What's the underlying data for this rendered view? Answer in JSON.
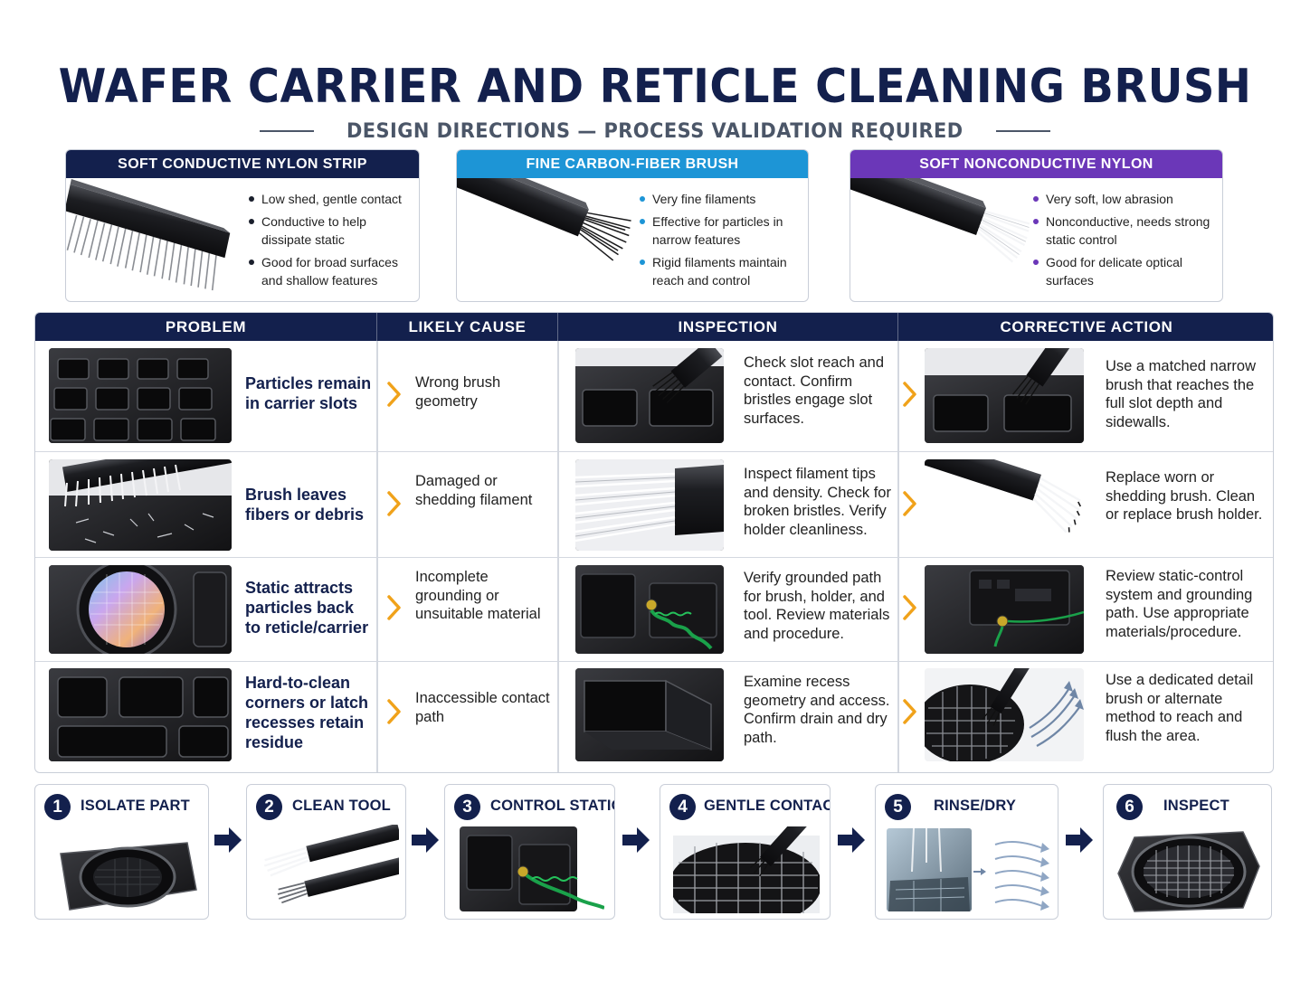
{
  "title": "WAFER CARRIER AND RETICLE CLEANING BRUSH",
  "subtitle": "DESIGN DIRECTIONS — PROCESS VALIDATION REQUIRED",
  "colors": {
    "navy": "#13204d",
    "blue": "#1d95d6",
    "purple": "#6b37b8",
    "orange": "#f0a21a"
  },
  "brushes": [
    {
      "title": "SOFT CONDUCTIVE NYLON STRIP",
      "color": "#13204d",
      "bullets": [
        "Low shed, gentle contact",
        "Conductive to help dissipate static",
        "Good for broad surfaces and shallow features"
      ]
    },
    {
      "title": "FINE CARBON-FIBER BRUSH",
      "color": "#1d95d6",
      "bullets": [
        "Very fine filaments",
        "Effective for particles in narrow features",
        "Rigid filaments maintain reach and control"
      ]
    },
    {
      "title": "SOFT NONCONDUCTIVE NYLON",
      "color": "#6b37b8",
      "bullets": [
        "Very soft, low abrasion",
        "Nonconductive, needs strong static control",
        "Good for delicate optical surfaces"
      ]
    }
  ],
  "table": {
    "headers": [
      "PROBLEM",
      "LIKELY CAUSE",
      "INSPECTION",
      "CORRECTIVE ACTION"
    ],
    "rows": [
      {
        "problem": "Particles remain in carrier slots",
        "cause": "Wrong brush geometry",
        "inspection": "Check slot reach and contact. Confirm bristles engage slot surfaces.",
        "action": "Use a matched narrow brush that reaches the full slot depth and sidewalls."
      },
      {
        "problem": "Brush leaves fibers or debris",
        "cause": "Damaged or shedding filament",
        "inspection": "Inspect filament tips and density. Check for broken bristles. Verify holder cleanliness.",
        "action": "Replace worn or shedding brush. Clean or replace brush holder."
      },
      {
        "problem": "Static attracts particles back to reticle/carrier",
        "cause": "Incomplete grounding or unsuitable material",
        "inspection": "Verify grounded path for brush, holder, and tool. Review materials and procedure.",
        "action": "Review static-control system and grounding path. Use appropriate materials/procedure."
      },
      {
        "problem": "Hard-to-clean corners or latch recesses retain residue",
        "cause": "Inaccessible contact path",
        "inspection": "Examine recess geometry and access. Confirm drain and dry path.",
        "action": "Use a dedicated detail brush or alternate method to reach and flush the area."
      }
    ]
  },
  "steps": [
    {
      "num": "1",
      "label": "ISOLATE PART"
    },
    {
      "num": "2",
      "label": "CLEAN TOOL"
    },
    {
      "num": "3",
      "label": "CONTROL STATIC"
    },
    {
      "num": "4",
      "label": "GENTLE CONTACT"
    },
    {
      "num": "5",
      "label": "RINSE/DRY"
    },
    {
      "num": "6",
      "label": "INSPECT"
    }
  ]
}
